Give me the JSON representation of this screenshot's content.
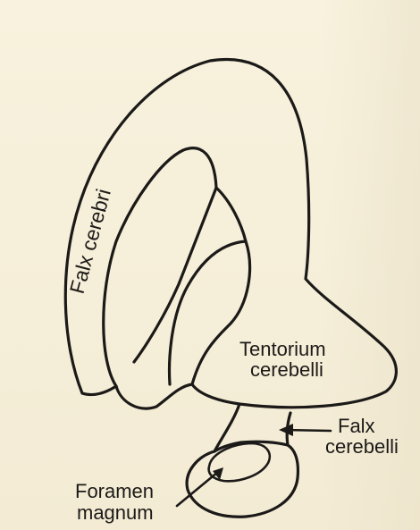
{
  "labels": {
    "falx_cerebri": "Falx cerebri",
    "tentorium_line1": "Tentorium",
    "tentorium_line2": "cerebelli",
    "falx_cerebelli_line1": "Falx",
    "falx_cerebelli_line2": "cerebelli",
    "foramen_line1": "Foramen",
    "foramen_line2": "magnum"
  },
  "colors": {
    "ink": "#1c1a18",
    "paper": "#f7f1dd"
  }
}
